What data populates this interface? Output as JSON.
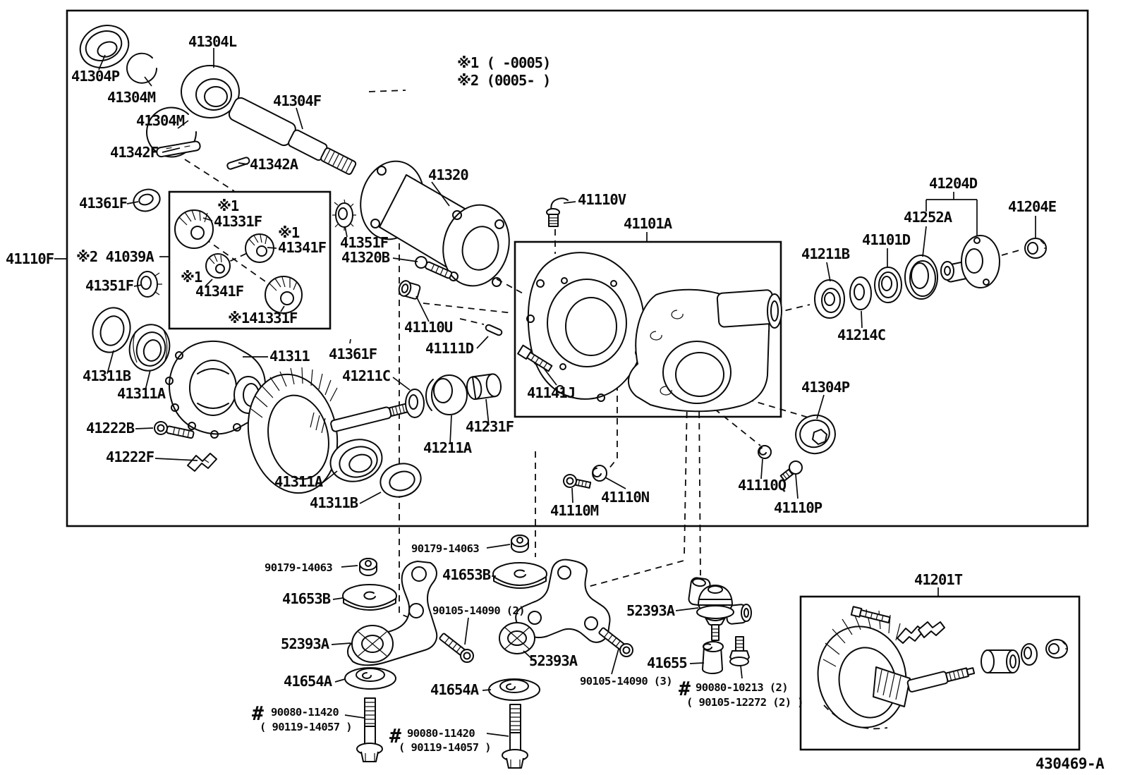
{
  "page": {
    "background": "#ffffff",
    "line_color": "#0a0a0a",
    "drawing_number": "430469-A"
  },
  "notes": {
    "line1": "※1 (    -0005)",
    "line2": "※2 (0005-    )"
  },
  "labels": {
    "p41304P_a": "41304P",
    "p41304L": "41304L",
    "p41304M_a": "41304M",
    "p41304M_b": "41304M",
    "p41304F": "41304F",
    "p41342F": "41342F",
    "p41342A": "41342A",
    "p41110F": "41110F",
    "p41361F_a": "41361F",
    "p41039A": "※2 41039A",
    "p41351F_a": "41351F",
    "px1_a": "※1",
    "p41331F_a": "41331F",
    "px1_b": "※1",
    "p41341F_a": "41341F",
    "px1_c": "※1",
    "p41341F_b": "41341F",
    "p41331F_b": "※141331F",
    "p41320": "41320",
    "p41351F_b": "41351F",
    "p41320B": "41320B",
    "p41110U": "41110U",
    "p41111D": "41111D",
    "p41361F_b": "41361F",
    "p41211C": "41211C",
    "p41311": "41311",
    "p41311B_a": "41311B",
    "p41311A_a": "41311A",
    "p41222B": "41222B",
    "p41222F": "41222F",
    "p41311A_b": "41311A",
    "p41311B_b": "41311B",
    "p41211A": "41211A",
    "p41231F": "41231F",
    "p41110V": "41110V",
    "p41101A": "41101A",
    "p41141J": "41141J",
    "p41110M": "41110M",
    "p41110N": "41110N",
    "p41110Q": "41110Q",
    "p41110P": "41110P",
    "p41304P_b": "41304P",
    "p41211B": "41211B",
    "p41101D": "41101D",
    "p41214C": "41214C",
    "p41252A": "41252A",
    "p41204D": "41204D",
    "p41204E": "41204E",
    "p90179_a": "90179-14063",
    "p90179_b": "90179-14063",
    "p41653B_a": "41653B",
    "p41653B_b": "41653B",
    "p90105_2": "90105-14090 (2)",
    "p52393A_a": "52393A",
    "p52393A_b": "52393A",
    "p52393A_c": "52393A",
    "p41655": "41655",
    "p90105_3": "90105-14090 (3)",
    "hash_a": "#",
    "p90080_a": "90080-11420",
    "p90119_a": "( 90119-14057 )",
    "hash_b": "#",
    "p90080_b": "90080-11420",
    "p90119_b": "( 90119-14057 )",
    "hash_c": "#",
    "p90080_10213": "90080-10213 (2)",
    "p90105_12272": "( 90105-12272 (2) )",
    "p41654A_a": "41654A",
    "p41654A_b": "41654A",
    "p41201T": "41201T"
  }
}
